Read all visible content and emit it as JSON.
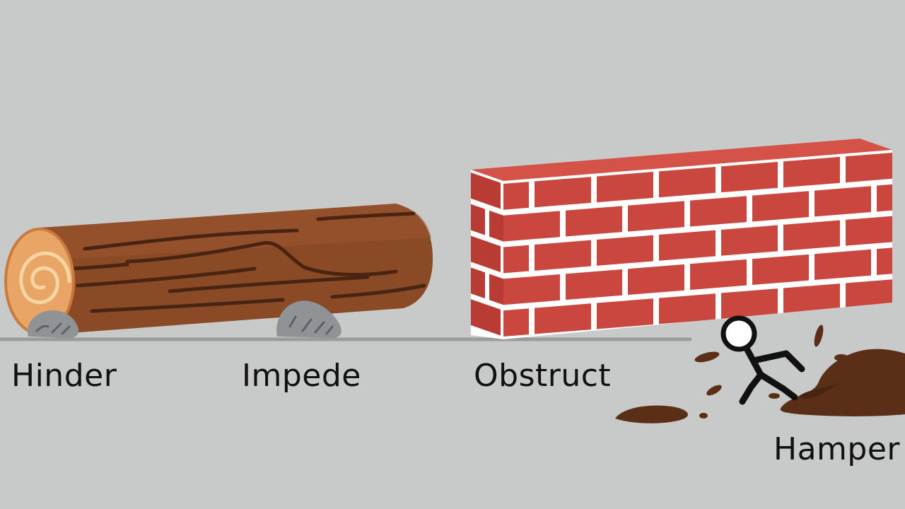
{
  "words": {
    "hinder": "Hinder",
    "impede": "Impede",
    "obstruct": "Obstruct",
    "hamper": "Hamper"
  },
  "illustrations": {
    "hinder": "log-on-rock",
    "impede": "log-on-rock",
    "obstruct": "brick-wall",
    "hamper": "stick-figure-in-mud"
  },
  "colors": {
    "background": "#c8c9c9",
    "ground_line": "#9a9b9b",
    "log_bark": "#8b4a26",
    "log_end": "#e8a565",
    "rock": "#8f9396",
    "brick": "#c9473e",
    "mortar": "#ffffff",
    "mud": "#5a2e17",
    "text": "#111111"
  }
}
